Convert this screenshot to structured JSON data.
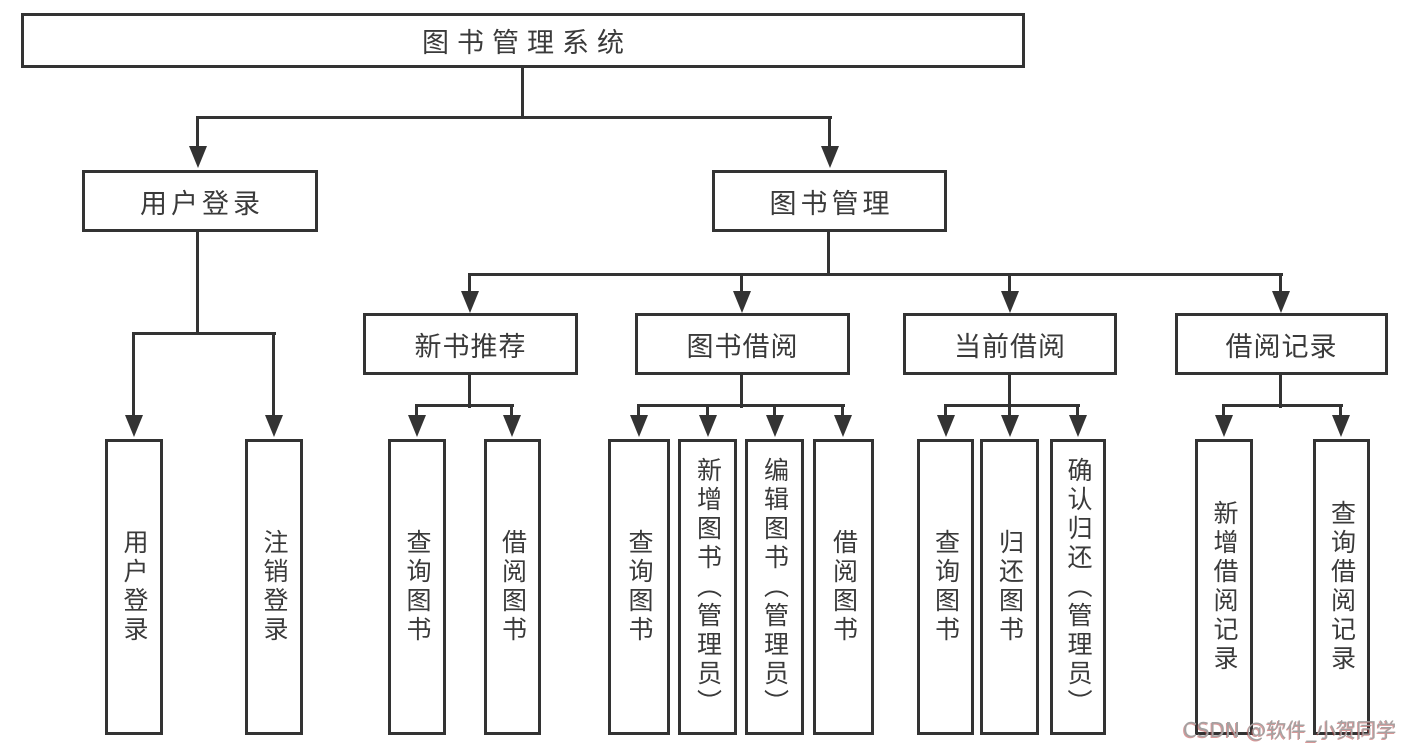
{
  "diagram": {
    "root": {
      "label": "图书管理系统"
    },
    "level2": [
      {
        "label": "用户登录"
      },
      {
        "label": "图书管理"
      }
    ],
    "level3": [
      {
        "label": "新书推荐"
      },
      {
        "label": "图书借阅"
      },
      {
        "label": "当前借阅"
      },
      {
        "label": "借阅记录"
      }
    ],
    "leaves": {
      "user_login": [
        "用户登录",
        "注销登录"
      ],
      "new_book": [
        "查询图书",
        "借阅图书"
      ],
      "book_borrow": [
        "查询图书",
        "新增图书（管理员）",
        "编辑图书（管理员）",
        "借阅图书"
      ],
      "current_borrow": [
        "查询图书",
        "归还图书",
        "确认归还（管理员）"
      ],
      "borrow_record": [
        "新增借阅记录",
        "查询借阅记录"
      ]
    }
  },
  "watermark": "CSDN @软件_小贺同学",
  "colors": {
    "line": "#333333",
    "text": "#3a3a3a",
    "background": "#ffffff",
    "watermark_gray": "#a5a1a1",
    "watermark_red": "#ba4646"
  }
}
